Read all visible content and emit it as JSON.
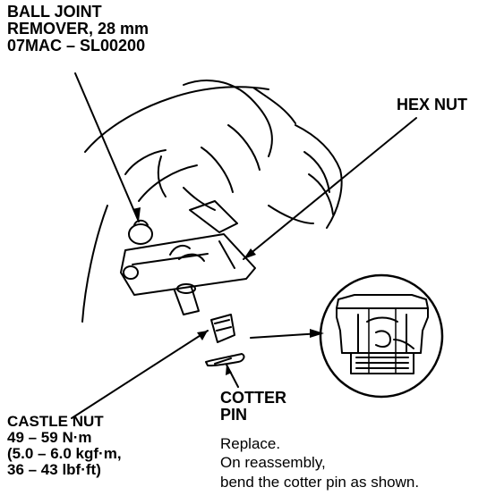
{
  "labels": {
    "ball_joint_remover": [
      "BALL JOINT",
      "REMOVER, 28 mm",
      "07MAC – SL00200"
    ],
    "hex_nut": "HEX NUT",
    "cotter_pin": [
      "COTTER",
      "PIN"
    ],
    "castle_nut": [
      "CASTLE NUT",
      "49 – 59 N·m",
      "(5.0 – 6.0 kgf·m,",
      "36 – 43 lbf·ft)"
    ],
    "cotter_note": [
      "Replace.",
      "On reassembly,",
      "bend the cotter pin as shown."
    ]
  },
  "colors": {
    "ink": "#000000",
    "paper": "#ffffff"
  }
}
